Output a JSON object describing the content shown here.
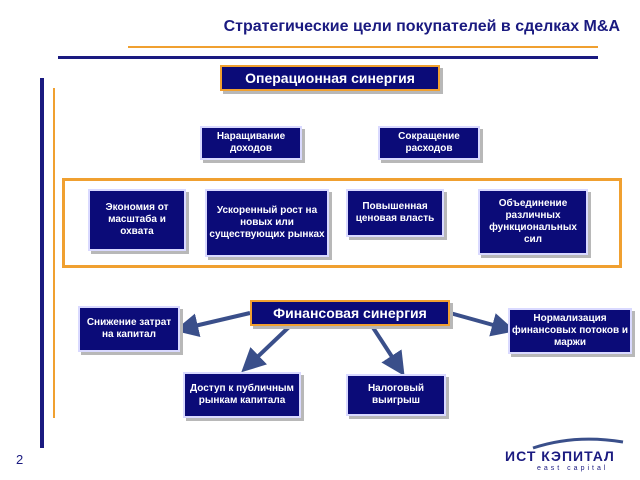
{
  "header": {
    "title": "Стратегические цели покупателей в сделках M&A"
  },
  "operational": {
    "title": "Операционная синергия",
    "revenue": "Наращивание доходов",
    "costs": "Сокращение расходов",
    "items": [
      "Экономия от масштаба и охвата",
      "Ускоренный рост на новых или существующих рынках",
      "Повышенная ценовая власть",
      "Объединение различных функциональных сил"
    ]
  },
  "financial": {
    "title": "Финансовая синергия",
    "capital_cost": "Снижение затрат на капитал",
    "normalization": "Нормализация финансовых потоков и маржи",
    "public_access": "Доступ к публичным рынкам капитала",
    "tax": "Налоговый выигрыш"
  },
  "footer": {
    "page_number": "2"
  },
  "logo": {
    "main": "ИСТ КЭПИТАЛ",
    "sub": "east capital"
  },
  "colors": {
    "navy": "#0b0b78",
    "orange": "#f0a030",
    "steel": "#3a4f8a"
  }
}
